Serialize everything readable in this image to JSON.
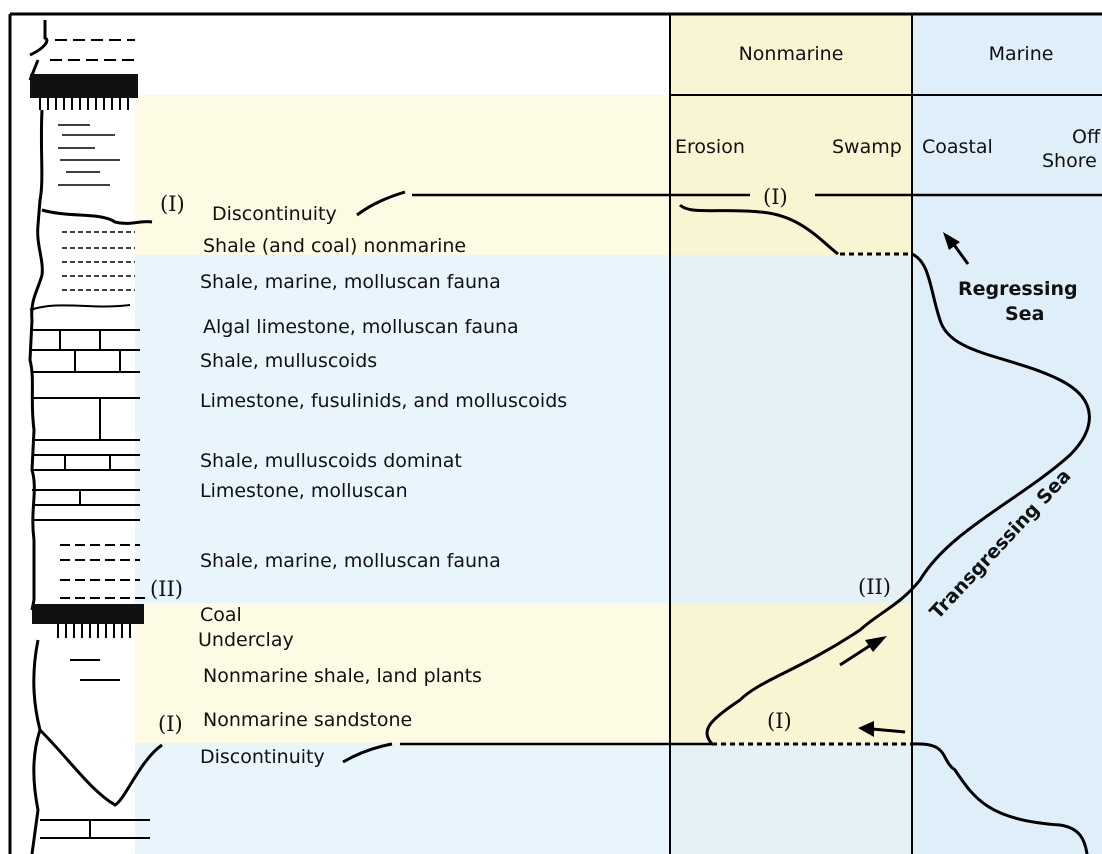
{
  "headers": {
    "nonmarine": "Nonmarine",
    "marine": "Marine",
    "erosion": "Erosion",
    "swamp": "Swamp",
    "coastal": "Coastal",
    "offshore_line1": "Off",
    "offshore_line2": "Shore"
  },
  "markers": {
    "upper_left": "(I)",
    "upper_right": "(I)",
    "middle_left": "(II)",
    "middle_right": "(II)",
    "lower_left": "(I)",
    "lower_right": "(I)"
  },
  "layers": [
    "Discontinuity",
    "Shale (and coal) nonmarine",
    "Shale, marine, molluscan fauna",
    "Algal limestone, molluscan fauna",
    "Shale, mulluscoids",
    "Limestone, fusulinids, and molluscoids",
    "Shale, mulluscoids dominat",
    "Limestone, molluscan",
    "Shale, marine, molluscan fauna",
    "Coal",
    "Underclay",
    "Nonmarine shale, land plants",
    "Nonmarine sandstone",
    "Discontinuity"
  ],
  "curve_labels": {
    "regressing_line1": "Regressing",
    "regressing_line2": "Sea",
    "transgressing": "Transgressing Sea"
  },
  "colors": {
    "nonmarine_fill": "#fdfbe0",
    "marine_fill": "#e8f4fb",
    "nonmarine_column": "#f9f5d3",
    "marine_column": "#dfeff9"
  }
}
